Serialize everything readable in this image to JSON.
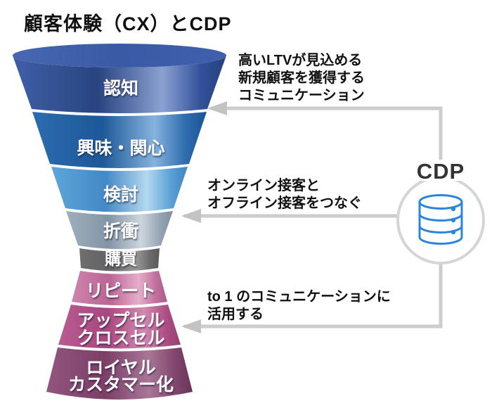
{
  "title": "顧客体験（CX）とCDP",
  "funnel": {
    "stages": [
      {
        "name": "awareness",
        "lines": [
          "認知"
        ],
        "color": "#2c4b90"
      },
      {
        "name": "interest",
        "lines": [
          "興味・関心"
        ],
        "color": "#2465a8"
      },
      {
        "name": "consideration",
        "lines": [
          "検討"
        ],
        "color": "#559fd6"
      },
      {
        "name": "negotiation",
        "lines": [
          "折衝"
        ],
        "color": "#94a4b2"
      },
      {
        "name": "purchase",
        "lines": [
          "購買"
        ],
        "color": "#757575"
      },
      {
        "name": "repeat",
        "lines": [
          "リピート"
        ],
        "color": "#c7749d"
      },
      {
        "name": "upsell-cross-sell",
        "lines": [
          "アップセル",
          "クロスセル"
        ],
        "color": "#b3538a"
      },
      {
        "name": "loyal-customer",
        "lines": [
          "ロイヤル",
          "カスタマー化"
        ],
        "color": "#8a4a77"
      }
    ]
  },
  "cdp": {
    "label": "CDP",
    "icon": "database-icon",
    "circle_color": "#d5d5d5",
    "icon_color": "#2a86dd"
  },
  "annotations": [
    {
      "lines": [
        "高いLTVが見込める",
        "新規顧客を獲得する",
        "コミュニケーション"
      ]
    },
    {
      "lines": [
        "オンライン接客と",
        "オフライン接客をつなぐ"
      ]
    },
    {
      "lines": [
        "to 1 のコミュニケーションに",
        "活用する"
      ]
    }
  ],
  "connector_color": "#cdcdcd",
  "arrowhead_color": "#c3c3c3"
}
